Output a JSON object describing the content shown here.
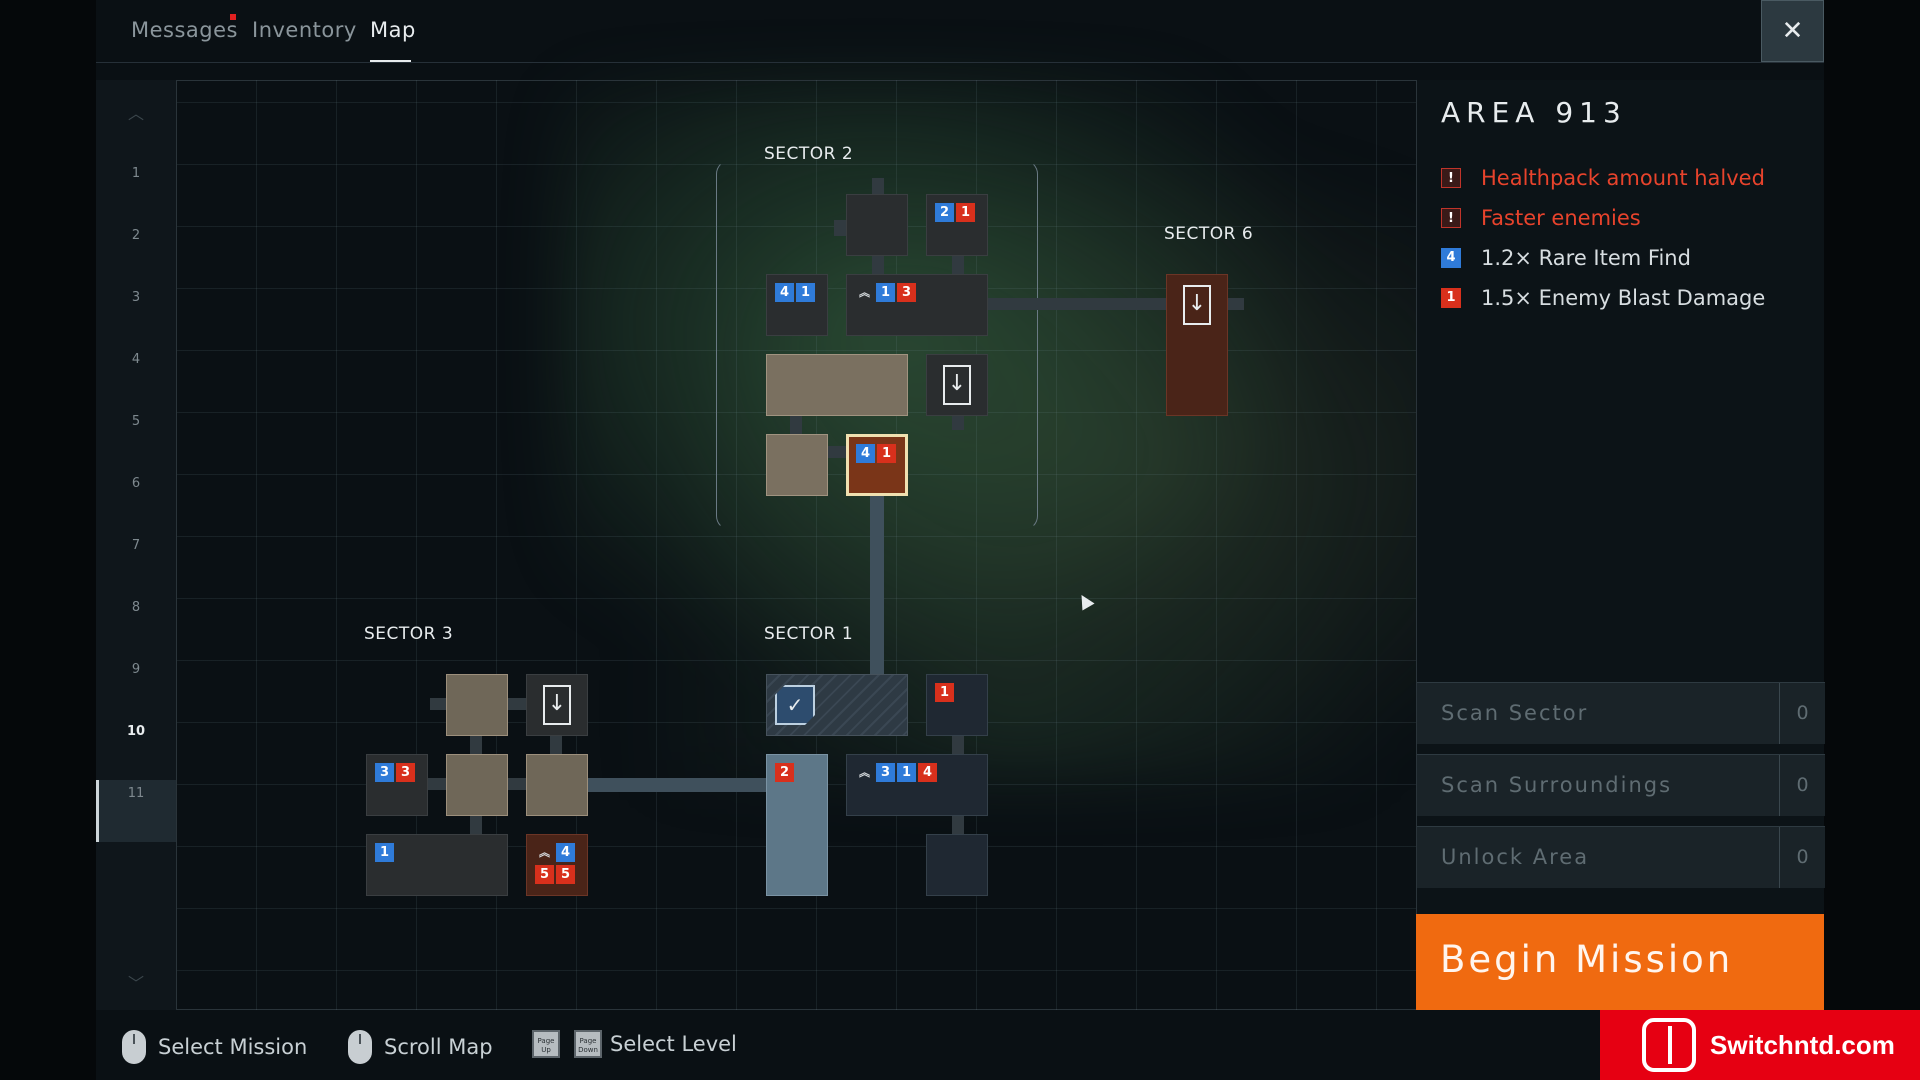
{
  "tabs": [
    {
      "label": "Messages",
      "active": false,
      "notification": true
    },
    {
      "label": "Inventory",
      "active": false
    },
    {
      "label": "Map",
      "active": true
    }
  ],
  "close_label": "✕",
  "levels": [
    "1",
    "2",
    "3",
    "4",
    "5",
    "6",
    "7",
    "8",
    "9",
    "10",
    "11"
  ],
  "active_level": "10",
  "sectors": {
    "sector2": "SECTOR 2",
    "sector6": "SECTOR 6",
    "sector3": "SECTOR 3",
    "sector1": "SECTOR 1"
  },
  "badges": {
    "s2_a1": "2",
    "s2_a2": "1",
    "s2_b1": "4",
    "s2_b2": "1",
    "s2_c1": "1",
    "s2_c2": "3",
    "s2_d1": "4",
    "s2_d2": "1",
    "s1_a": "1",
    "s1_b": "2",
    "s1_c1": "3",
    "s1_c2": "1",
    "s1_c3": "4",
    "s3_a1": "3",
    "s3_a2": "3",
    "s3_b": "1",
    "s3_c1": "4",
    "s3_c2": "5",
    "s3_c3": "5"
  },
  "panel": {
    "title": "AREA 913",
    "modifiers": [
      {
        "icon": "!",
        "text": "Healthpack amount halved",
        "kind": "warning"
      },
      {
        "icon": "!",
        "text": "Faster enemies",
        "kind": "warning"
      },
      {
        "icon": "4",
        "text": "1.2× Rare Item Find",
        "kind": "blue"
      },
      {
        "icon": "1",
        "text": "1.5× Enemy Blast Damage",
        "kind": "red"
      }
    ],
    "actions": [
      {
        "label": "Scan Sector",
        "count": "0"
      },
      {
        "label": "Scan Surroundings",
        "count": "0"
      },
      {
        "label": "Unlock Area",
        "count": "0"
      }
    ],
    "begin_label": "Begin Mission",
    "accent": "#f06a10"
  },
  "hints": {
    "select_mission": "Select Mission",
    "scroll_map": "Scroll Map",
    "select_level": "Select Level",
    "page_up": "Page Up",
    "page_down": "Page Down"
  },
  "watermark": "Switchntd.com"
}
